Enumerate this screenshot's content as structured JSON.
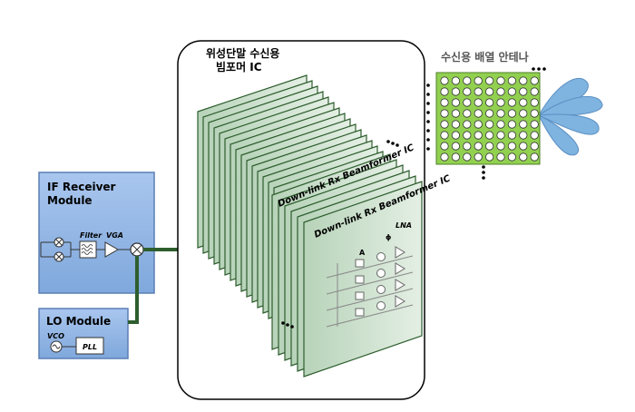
{
  "if_module": {
    "title_line1": "IF Receiver",
    "title_line2": "Module",
    "filter_label": "Filter",
    "vga_label": "VGA"
  },
  "lo_module": {
    "title": "LO Module",
    "vco_label": "VCO",
    "pll_label": "PLL"
  },
  "ic_group": {
    "title_line1": "위성단말 수신용",
    "title_line2": "빔포머 IC"
  },
  "chip": {
    "title": "Down-link Rx Beamformer IC",
    "lna_label": "LNA",
    "label_a": "A",
    "label_phi": "ϕ"
  },
  "antenna": {
    "title": "수신용 배열 안테나"
  },
  "colors": {
    "if_fill": "#8eb4e3",
    "antenna_fill": "#92d050",
    "lobe_fill": "#7fb3e0",
    "trace": "#2e5e2e",
    "chip_fill": "#cfe3cf"
  }
}
